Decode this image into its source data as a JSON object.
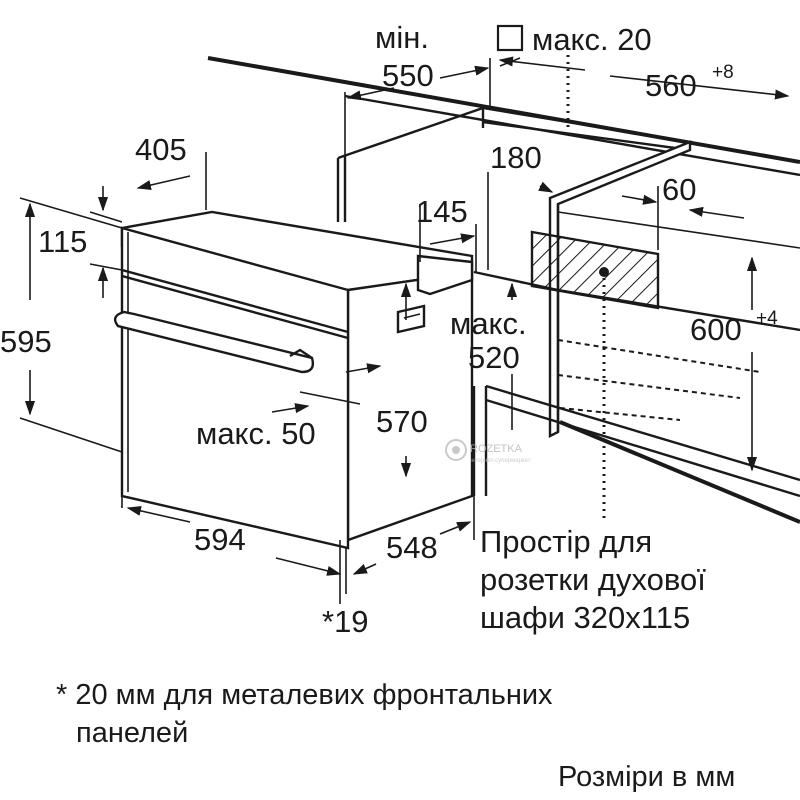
{
  "labels": {
    "min": "мін.",
    "d550": "550",
    "max20": "макс. 20",
    "d560": "560",
    "d560_tol": "+8",
    "d405": "405",
    "d180": "180",
    "d60": "60",
    "d145": "145",
    "d115": "115",
    "d595": "595",
    "max_a": "макс.",
    "d520": "520",
    "d600": "600",
    "d600_tol": "+4",
    "max50": "макс. 50",
    "d570": "570",
    "d594": "594",
    "d548": "548",
    "star19": "*19"
  },
  "socket_note": [
    "Простір для",
    "розетки духової",
    "шафи 320x115"
  ],
  "footnote": [
    "* 20 мм для металевих фронтальних",
    "панелей"
  ],
  "units_note": "Розміри в мм",
  "watermark": {
    "brand": "ROZETKA",
    "tagline": "інтернет-супермаркет"
  }
}
